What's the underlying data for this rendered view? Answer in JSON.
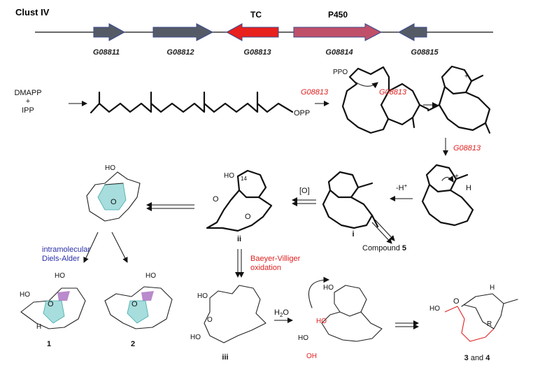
{
  "cluster": {
    "title": "Clust IV",
    "tc_label": "TC",
    "p450_label": "P450",
    "genes": [
      "G08811",
      "G08812",
      "G08813",
      "G08814",
      "G08815"
    ],
    "colors": {
      "grey": "#555b66",
      "tc": "#e8201e",
      "p450": "#c0506a",
      "outline": "#3a4a8a"
    }
  },
  "scheme": {
    "precursor_dmapp": "DMAPP",
    "plus": "+",
    "precursor_ipp": "IPP",
    "opp": "OPP",
    "ppo": "PPO",
    "enzyme_1": "G08813",
    "enzyme_2": "G08813",
    "enzyme_3": "G08813",
    "minus_h": "-H",
    "minus_h_sup": "+",
    "oxidation": "[O]",
    "intermediate_i": "i",
    "intermediate_ii": "ii",
    "intermediate_iii": "iii",
    "label_14": "14",
    "ho": "HO",
    "o": "O",
    "h": "H",
    "r": "R",
    "plus_charge": "+",
    "compound5_prefix": "Compound ",
    "compound5_num": "5",
    "bv_line1": "Baeyer-Villiger",
    "bv_line2": "oxidation",
    "water": "H",
    "water_sub": "2",
    "water_o": "O",
    "oh": "OH",
    "da_line1": "intramolecular",
    "da_line2": "Diels-Alder",
    "compound_1": "1",
    "compound_2": "2",
    "compound_3": "3",
    "and": " and ",
    "compound_4": "4"
  }
}
